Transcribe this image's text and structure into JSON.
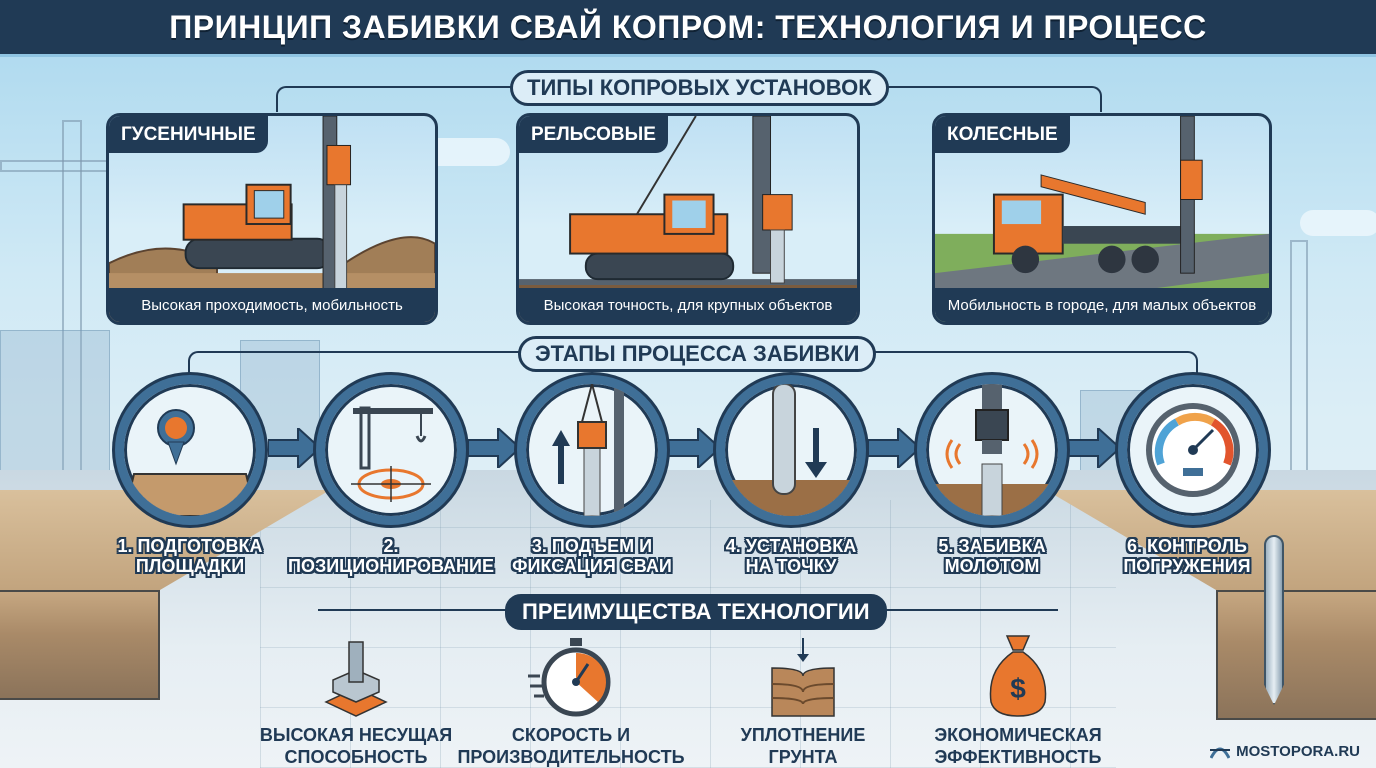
{
  "header": {
    "title": "ПРИНЦИП ЗАБИВКИ СВАЙ КОПРОМ: ТЕХНОЛОГИЯ И ПРОЦЕСС"
  },
  "types_section": {
    "title": "ТИПЫ КОПРОВЫХ УСТАНОВОК",
    "cards": [
      {
        "label": "ГУСЕНИЧНЫЕ",
        "caption": "Высокая проходимость, мобильность",
        "icon": "crawler-pile-driver"
      },
      {
        "label": "РЕЛЬСОВЫЕ",
        "caption": "Высокая точность, для крупных объектов",
        "icon": "rail-pile-driver"
      },
      {
        "label": "КОЛЕСНЫЕ",
        "caption": "Мобильность в городе, для малых объектов",
        "icon": "truck-pile-driver"
      }
    ]
  },
  "steps_section": {
    "title": "ЭТАПЫ ПРОЦЕССА ЗАБИВКИ",
    "steps": [
      {
        "line1": "1. ПОДГОТОВКА",
        "line2": "ПЛОЩАДКИ",
        "icon": "site-location-pin-icon"
      },
      {
        "line1": "2. ПОЗИЦИОНИРОВАНИЕ",
        "line2": "",
        "icon": "crane-target-icon"
      },
      {
        "line1": "3. ПОДЪЕМ И",
        "line2": "ФИКСАЦИЯ СВАИ",
        "icon": "pile-lift-icon"
      },
      {
        "line1": "4. УСТАНОВКА",
        "line2": "НА ТОЧКУ",
        "icon": "pile-down-arrow-icon"
      },
      {
        "line1": "5. ЗАБИВКА",
        "line2": "МОЛОТОМ",
        "icon": "hammer-impact-icon"
      },
      {
        "line1": "6. КОНТРОЛЬ",
        "line2": "ПОГРУЖЕНИЯ",
        "icon": "gauge-icon"
      }
    ]
  },
  "advantages_section": {
    "title": "ПРЕИМУЩЕСТВА ТЕХНОЛОГИИ",
    "items": [
      {
        "line1": "ВЫСОКАЯ НЕСУЩАЯ",
        "line2": "СПОСОБНОСТЬ",
        "icon": "foundation-icon"
      },
      {
        "line1": "СКОРОСТЬ И",
        "line2": "ПРОИЗВОДИТЕЛЬНОСТЬ",
        "icon": "stopwatch-icon"
      },
      {
        "line1": "УПЛОТНЕНИЕ",
        "line2": "ГРУНТА",
        "icon": "soil-compaction-icon"
      },
      {
        "line1": "ЭКОНОМИЧЕСКАЯ",
        "line2": "ЭФФЕКТИВНОСТЬ",
        "icon": "money-bag-icon",
        "symbol": "$"
      }
    ]
  },
  "brand": {
    "name": "MOSTOPORA.RU"
  },
  "colors": {
    "navy": "#203a55",
    "steel_blue": "#3f6f97",
    "orange": "#e8772e",
    "sky": "#bfe0f3",
    "soil": "#a98a68"
  }
}
